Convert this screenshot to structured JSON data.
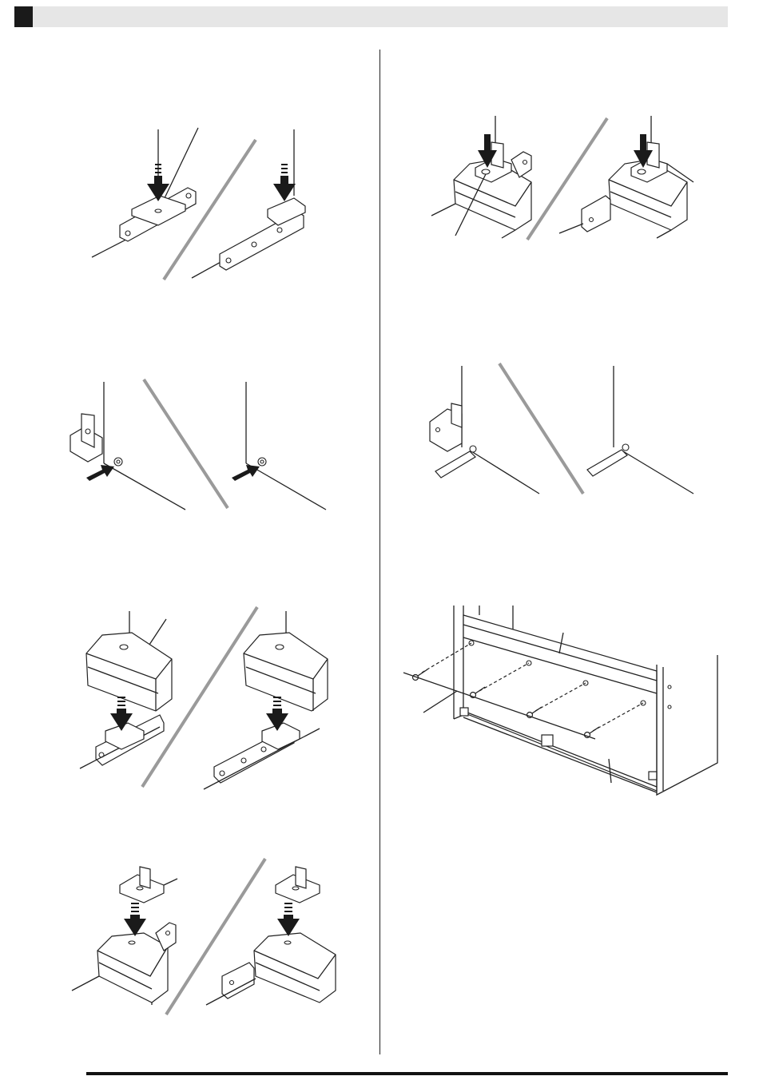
{
  "page": {
    "header_band": "header-bar",
    "figures": [
      "insert-bracket-left-side",
      "insert-bracket-right-side",
      "tighten-screw-side-panel",
      "lower-top-panel-onto-bracket",
      "place-top-bracket",
      "screw-top-bracket",
      "tighten-with-screwdriver",
      "attach-back-panel"
    ]
  },
  "colors": {
    "header_band": "#e6e6e6",
    "header_square": "#1a1a1a",
    "divider": "#9a9a9a"
  }
}
